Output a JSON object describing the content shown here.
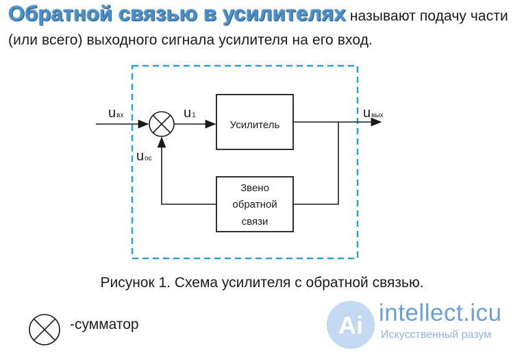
{
  "intro": {
    "highlight": "Обратной связью в усилителях",
    "rest": " называют подачу части (или всего) выходного сигнала усилителя на его вход."
  },
  "diagram": {
    "signals": {
      "u_in": {
        "main": "u",
        "sub": "вх"
      },
      "u_1": {
        "main": "u",
        "sub": "1"
      },
      "u_fb": {
        "main": "u",
        "sub": "ос"
      },
      "u_out": {
        "main": "u",
        "sub": "вых"
      }
    },
    "amplifier_label": "Усилитель",
    "feedback_label": [
      "Звено",
      "обратной",
      "связи"
    ],
    "colors": {
      "dashed_border": "#2a9fd6",
      "lines": "#1a1a1a",
      "highlight": "#4a90c8"
    }
  },
  "caption": "Рисунок 1. Схема усилителя с обратной связью.",
  "legend": {
    "text": "-сумматор",
    "icon": "summator-icon"
  },
  "watermark": {
    "logo_text": "Ai",
    "name": "intellect.icu",
    "subtitle": "Искусственный разум"
  }
}
